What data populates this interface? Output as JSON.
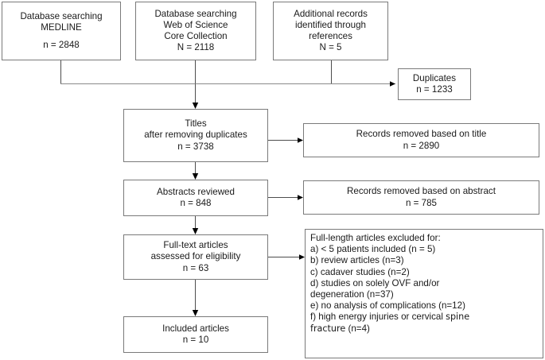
{
  "diagram": {
    "title": "PRISMA study selection flow diagram",
    "type": "flowchart",
    "line_color": "#4d4d4d",
    "box_border_color": "#7a7a7a",
    "background": "#ffffff"
  },
  "nodes": {
    "source_medline": {
      "lines": [
        "Database searching",
        "MEDLINE"
      ],
      "count": "n = 2848"
    },
    "source_wos": {
      "lines": [
        "Database searching",
        "Web of Science",
        "Core Collection"
      ],
      "count": "N = 2118"
    },
    "source_references": {
      "lines": [
        "Additional records",
        "identified through",
        "references"
      ],
      "count": "N = 5"
    },
    "duplicates": {
      "lines": [
        "Duplicates"
      ],
      "count": "n = 1233"
    },
    "titles": {
      "lines": [
        "Titles",
        "after removing duplicates"
      ],
      "count": "n = 3738"
    },
    "removed_title": {
      "lines": [
        "Records removed based on title"
      ],
      "count": "n = 2890"
    },
    "abstracts": {
      "lines": [
        "Abstracts reviewed"
      ],
      "count": "n = 848"
    },
    "removed_abstract": {
      "lines": [
        "Records removed based on abstract"
      ],
      "count": "n = 785"
    },
    "fulltext": {
      "lines": [
        "Full-text articles",
        "assessed for eligibility"
      ],
      "count": "n = 63"
    },
    "included": {
      "lines": [
        "Included articles"
      ],
      "count": "n = 10"
    },
    "excluded": {
      "heading": "Full-length articles excluded for:",
      "items": [
        "a) < 5 patients included (n = 5)",
        "b) review articles (n=3)",
        "c) cadaver studies (n=2)",
        "d) studies on solely OVF and/or",
        "degeneration (n=37)",
        "e) no analysis of complications (n=12)"
      ],
      "last_item_prefix": "f) high energy injuries or cervical ",
      "last_item_emphasis": "spine",
      "last_item_suffix_line": "fracture",
      "last_item_tail": " (n=4)"
    }
  }
}
